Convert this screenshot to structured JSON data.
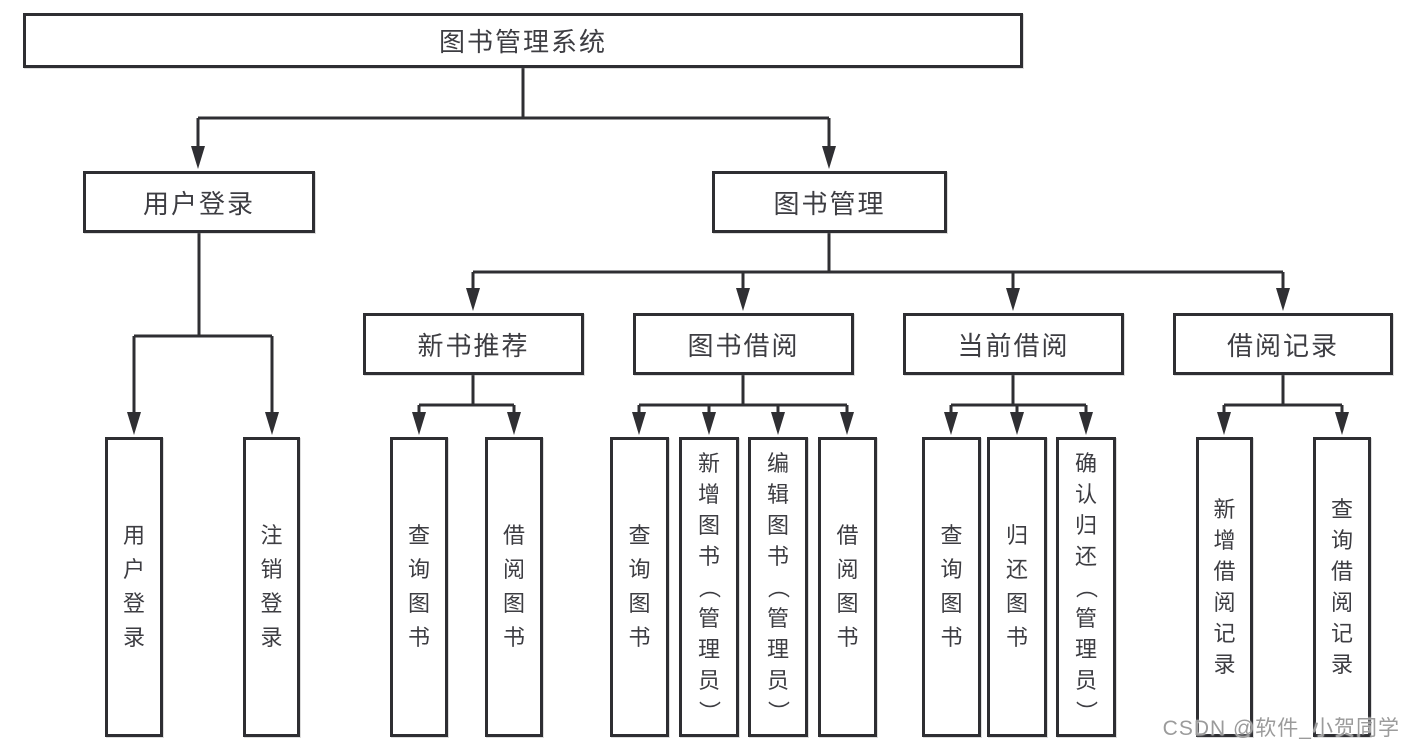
{
  "diagram": {
    "title": "图书管理系统",
    "level2": [
      {
        "label": "用户登录"
      },
      {
        "label": "图书管理"
      }
    ],
    "level3": [
      {
        "label": "新书推荐"
      },
      {
        "label": "图书借阅"
      },
      {
        "label": "当前借阅"
      },
      {
        "label": "借阅记录"
      }
    ],
    "leaves": [
      {
        "label": "用户登录"
      },
      {
        "label": "注销登录"
      },
      {
        "label": "查询图书"
      },
      {
        "label": "借阅图书"
      },
      {
        "label": "查询图书"
      },
      {
        "label": "新增图书（管理员）"
      },
      {
        "label": "编辑图书（管理员）"
      },
      {
        "label": "借阅图书"
      },
      {
        "label": "查询图书"
      },
      {
        "label": "归还图书"
      },
      {
        "label": "确认归还（管理员）"
      },
      {
        "label": "新增借阅记录"
      },
      {
        "label": "查询借阅记录"
      }
    ],
    "watermark": "CSDN @软件_小贺同学",
    "colors": {
      "line": "#2f2f33",
      "text": "#3d3d42",
      "watermark": "#9b9b9b",
      "background": "#ffffff"
    }
  }
}
